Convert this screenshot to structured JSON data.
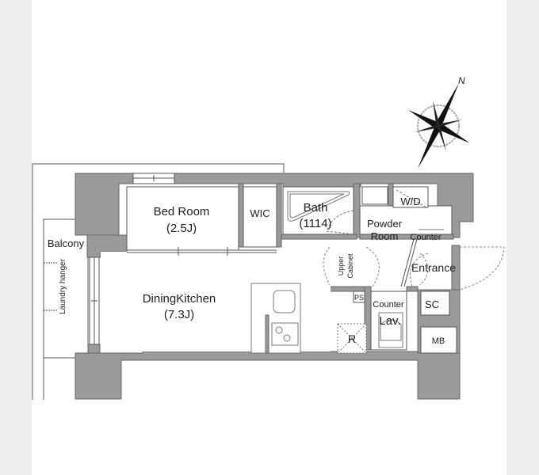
{
  "plan": {
    "compass": {
      "north_label": "N"
    },
    "rooms": {
      "bedroom": {
        "name": "Bed Room",
        "size": "(2.5J)"
      },
      "wic": {
        "name": "WIC"
      },
      "bath": {
        "name": "Bath",
        "size": "(1114)"
      },
      "wd": {
        "name": "W/D"
      },
      "powder": {
        "name_line1": "Powder",
        "name_line2": "Room",
        "counter": "Counter"
      },
      "balcony": {
        "name": "Balcony",
        "laundry": "Laundry hanger"
      },
      "dk": {
        "name": "DiningKitchen",
        "size": "(7.3J)"
      },
      "upper_cabinet": {
        "line1": "Upper",
        "line2": "Cabinet"
      },
      "entrance": {
        "name": "Entrance"
      },
      "ps": {
        "name": "PS"
      },
      "lav": {
        "name": "Lav.",
        "counter": "Counter"
      },
      "sc": {
        "name": "SC"
      },
      "mb": {
        "name": "MB"
      },
      "fridge": {
        "name": "R"
      }
    },
    "colors": {
      "wall": "#9a9a9a",
      "line": "#555555",
      "background": "#eeeeee",
      "paper": "#ffffff"
    }
  }
}
